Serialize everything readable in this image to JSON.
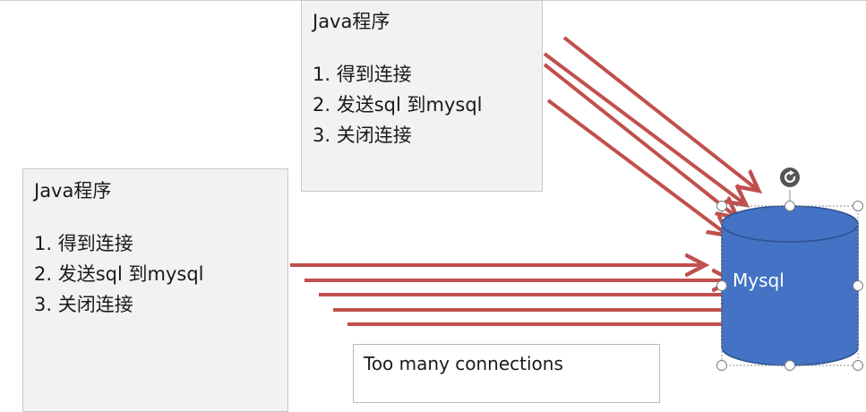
{
  "left_box": {
    "title": "Java程序",
    "steps": [
      "1. 得到连接",
      "2. 发送sql 到mysql",
      "3. 关闭连接"
    ]
  },
  "top_box": {
    "title": "Java程序",
    "steps": [
      "1. 得到连接",
      "2. 发送sql 到mysql",
      "3. 关闭连接"
    ]
  },
  "database": {
    "label": "Mysql",
    "color": "#4472c4"
  },
  "error_box": {
    "text": "Too many connections"
  },
  "colors": {
    "arrow": "#c0504d",
    "box_fill": "#f2f2f2",
    "selection": "#ffffff"
  }
}
